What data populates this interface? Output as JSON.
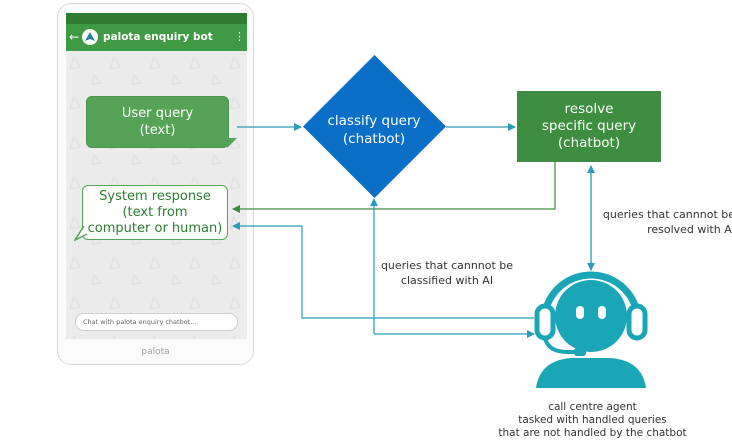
{
  "phone": {
    "app_title": "palota enquiry bot",
    "input_placeholder": "Chat with palota enquiry chatbot...",
    "brand": "palota"
  },
  "bubbles": {
    "user": [
      "User query",
      "(text)"
    ],
    "system": [
      "System response",
      "(text from",
      "computer or human)"
    ]
  },
  "classify": [
    "classify query",
    "(chatbot)"
  ],
  "resolve": [
    "resolve",
    "specific query",
    "(chatbot)"
  ],
  "notes": {
    "unclassified": [
      "queries that cannnot be",
      "classified with AI"
    ],
    "unresolved": [
      "queries that cannnot be",
      "resolved with AI"
    ]
  },
  "agent": {
    "caption": [
      "call centre agent",
      "tasked with handled queries",
      "that are not handled by the chatbot"
    ]
  },
  "colors": {
    "phone_bar": "#3f9b43",
    "bubble_green": "#55a357",
    "diamond_blue": "#0b6fc7",
    "resolve_green": "#3e8e41",
    "agent_teal": "#1aa6b7",
    "arrow": "#2a9db8"
  }
}
